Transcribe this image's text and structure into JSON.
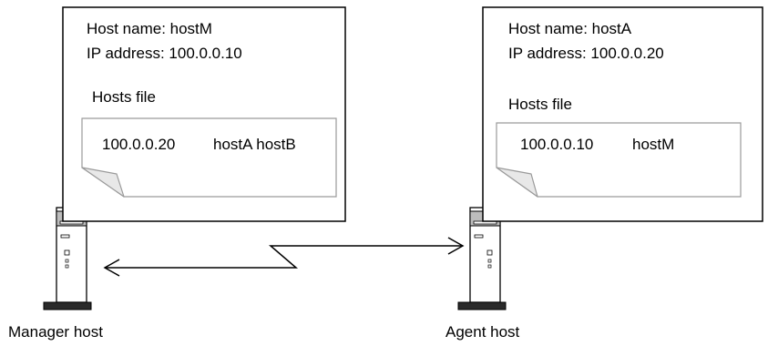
{
  "manager": {
    "host_line": "Host name: hostM",
    "ip_line": "IP address: 100.0.0.10",
    "hosts_file_title": "Hosts file",
    "hosts_entry_ip": "100.0.0.20",
    "hosts_entry_names": "hostA hostB",
    "caption": "Manager host"
  },
  "agent": {
    "host_line": "Host name: hostA",
    "ip_line": "IP address: 100.0.0.20",
    "hosts_file_title": "Hosts file",
    "hosts_entry_ip": "100.0.0.10",
    "hosts_entry_names": "hostM",
    "caption": "Agent host"
  },
  "icons": {
    "manager_computer": "tower-pc-icon",
    "agent_computer": "tower-pc-icon",
    "connection": "zigzag-network-arrow-icon"
  }
}
